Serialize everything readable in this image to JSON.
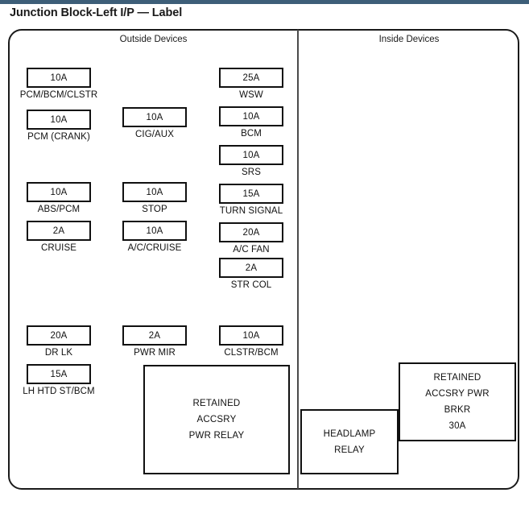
{
  "page": {
    "title": "Junction Block-Left I/P — Label",
    "accent_color": "#3d5e78",
    "outline_color": "#1a1a1a"
  },
  "sections": {
    "outside": {
      "heading": "Outside  Devices"
    },
    "inside": {
      "heading": "Inside  Devices"
    }
  },
  "fuses": {
    "col1": [
      {
        "rating": "10A",
        "label": "PCM/BCM/CLSTR"
      },
      {
        "rating": "10A",
        "label": "PCM (CRANK)"
      },
      {
        "rating": "10A",
        "label": "ABS/PCM"
      },
      {
        "rating": "2A",
        "label": "CRUISE"
      },
      {
        "rating": "20A",
        "label": "DR LK"
      },
      {
        "rating": "15A",
        "label": "LH HTD ST/BCM"
      }
    ],
    "col2": [
      {
        "rating": "10A",
        "label": "CIG/AUX"
      },
      {
        "rating": "10A",
        "label": "STOP"
      },
      {
        "rating": "10A",
        "label": "A/C/CRUISE"
      },
      {
        "rating": "2A",
        "label": "PWR MIR"
      }
    ],
    "col3": [
      {
        "rating": "25A",
        "label": "WSW"
      },
      {
        "rating": "10A",
        "label": "BCM"
      },
      {
        "rating": "10A",
        "label": "SRS"
      },
      {
        "rating": "15A",
        "label": "TURN SIGNAL"
      },
      {
        "rating": "20A",
        "label": "A/C FAN"
      },
      {
        "rating": "2A",
        "label": "STR COL"
      },
      {
        "rating": "10A",
        "label": "CLSTR/BCM"
      }
    ]
  },
  "relays": {
    "retained_accsry_pwr_relay": {
      "line1": "RETAINED",
      "line2": "ACCSRY",
      "line3": "PWR RELAY"
    },
    "headlamp_relay": {
      "line1": "HEADLAMP",
      "line2": "RELAY"
    },
    "retained_accsry_pwr_brkr": {
      "line1": "RETAINED",
      "line2": "ACCSRY PWR",
      "line3": "BRKR",
      "line4": "30A"
    }
  }
}
